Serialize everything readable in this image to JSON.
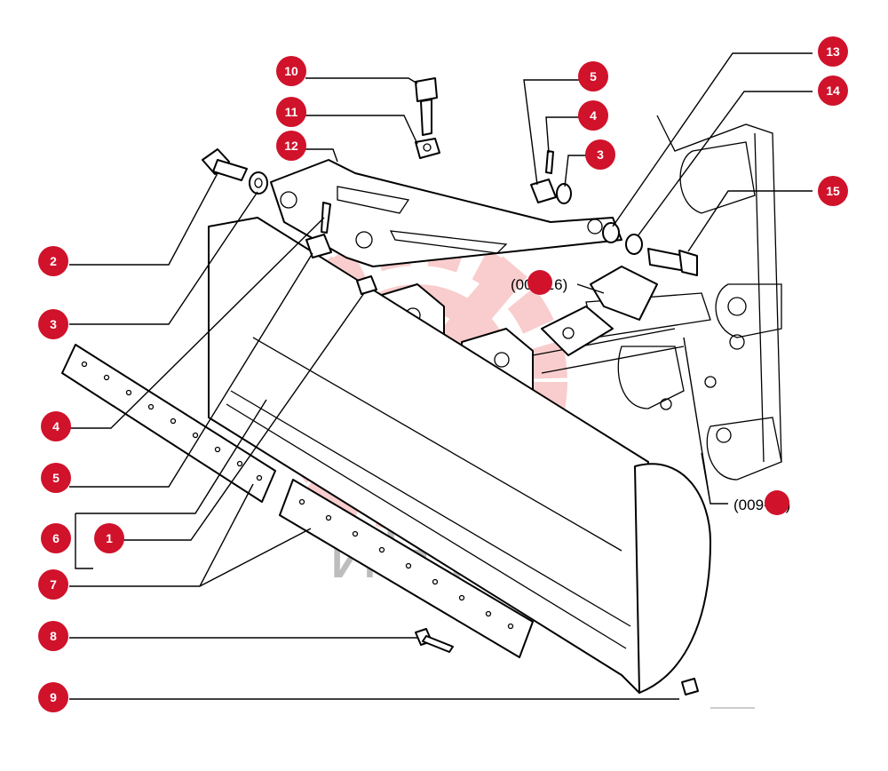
{
  "watermark": {
    "text": "ИНТЕХ",
    "color": "#f5a5a5"
  },
  "accent_color": "#d0122b",
  "callouts": [
    {
      "id": "c10",
      "label": "10"
    },
    {
      "id": "c11",
      "label": "11"
    },
    {
      "id": "c12",
      "label": "12"
    },
    {
      "id": "c5a",
      "label": "5"
    },
    {
      "id": "c4a",
      "label": "4"
    },
    {
      "id": "c3a",
      "label": "3"
    },
    {
      "id": "c13",
      "label": "13"
    },
    {
      "id": "c14",
      "label": "14"
    },
    {
      "id": "c15",
      "label": "15"
    },
    {
      "id": "c2",
      "label": "2"
    },
    {
      "id": "c3b",
      "label": "3"
    },
    {
      "id": "c4b",
      "label": "4"
    },
    {
      "id": "c5b",
      "label": "5"
    },
    {
      "id": "c6",
      "label": "6"
    },
    {
      "id": "c1",
      "label": "1"
    },
    {
      "id": "c7",
      "label": "7"
    },
    {
      "id": "c8",
      "label": "8"
    },
    {
      "id": "c9",
      "label": "9"
    },
    {
      "id": "cref1",
      "label": ""
    },
    {
      "id": "cref2",
      "label": ""
    }
  ],
  "references": [
    {
      "id": "ref1",
      "text": "(008-16)"
    },
    {
      "id": "ref2",
      "text": "(009-19)"
    }
  ]
}
